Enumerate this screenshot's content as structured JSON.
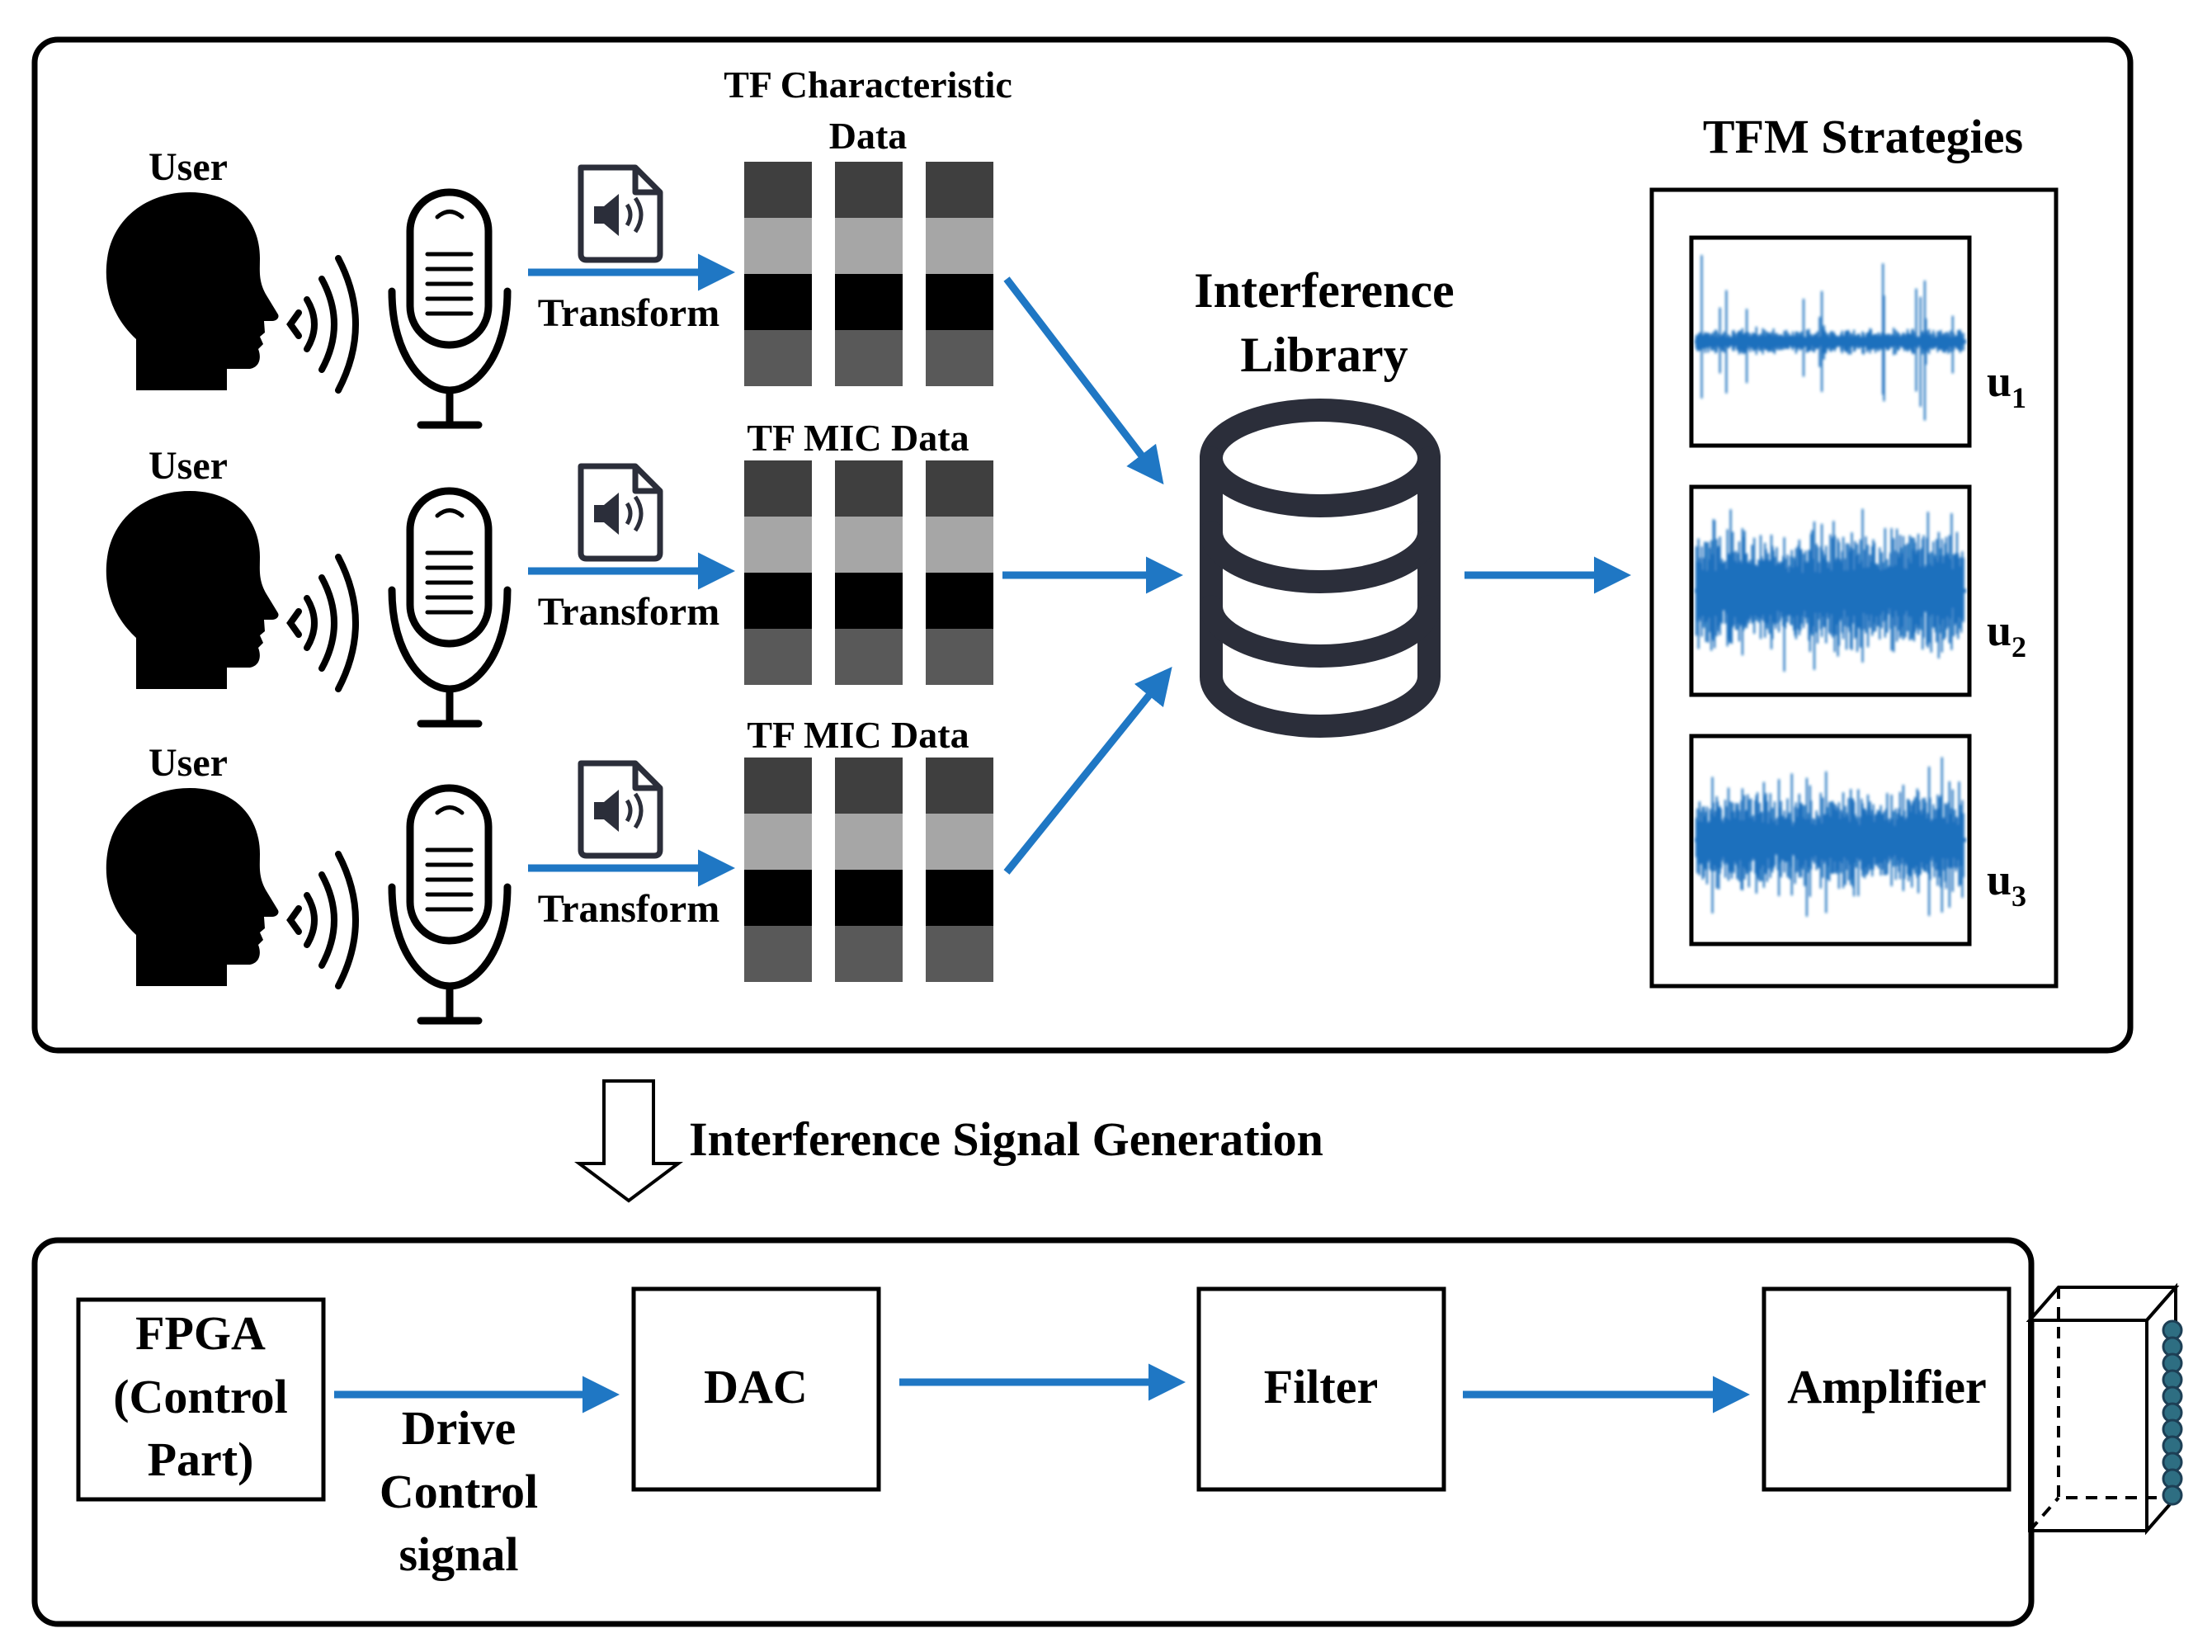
{
  "top_panel": {
    "rows": [
      {
        "user_label": "User",
        "data_title": "TF Characteristic Data",
        "data_title_lines": [
          "TF Characteristic",
          "Data"
        ],
        "transform_label": "Transform"
      },
      {
        "user_label": "User",
        "data_title": "TF MIC Data",
        "data_title_lines": [
          "TF MIC Data"
        ],
        "transform_label": "Transform"
      },
      {
        "user_label": "User",
        "data_title": "TF MIC Data",
        "data_title_lines": [
          "TF MIC Data"
        ],
        "transform_label": "Transform"
      }
    ],
    "library_label_lines": [
      "Interference",
      "Library"
    ],
    "strategies": {
      "title": "TFM Strategies",
      "items": [
        {
          "base": "u",
          "sub": "1"
        },
        {
          "base": "u",
          "sub": "2"
        },
        {
          "base": "u",
          "sub": "3"
        }
      ]
    }
  },
  "transition": {
    "label": "Interference Signal Generation"
  },
  "bottom_panel": {
    "blocks": [
      {
        "name": "fpga",
        "lines": [
          "FPGA",
          "(Control",
          "Part)"
        ]
      },
      {
        "name": "dac",
        "lines": [
          "DAC"
        ]
      },
      {
        "name": "filter",
        "lines": [
          "Filter"
        ]
      },
      {
        "name": "amplifier",
        "lines": [
          "Amplifier"
        ]
      }
    ],
    "drive_label_lines": [
      "Drive",
      "Control",
      "signal"
    ]
  },
  "colors": {
    "arrow": "#1f77c4",
    "waveform": "#1a6fbd",
    "icon_dark": "#2b2e3a",
    "bar_shades": [
      "#3f3f3f",
      "#a6a6a6",
      "#000000",
      "#595959"
    ]
  },
  "icons": {
    "user": "person-head-icon",
    "sound": "sound-waves-icon",
    "microphone": "microphone-icon",
    "audio_file": "audio-file-icon",
    "library": "database-icon",
    "transducer": "transducer-array-icon"
  }
}
